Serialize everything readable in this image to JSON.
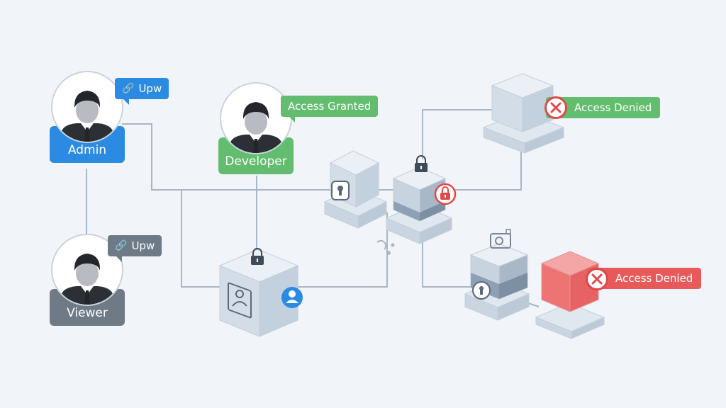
{
  "colors": {
    "background": "#f1f4f8",
    "admin": "#2b8ae2",
    "developer": "#62bd6e",
    "viewer": "#6e7a86",
    "granted": "#62bd6e",
    "denied_green": "#62bd6e",
    "denied_red": "#e85a5a",
    "connector": "#a9b6c4"
  },
  "users": {
    "admin": {
      "role": "Admin",
      "badge": "Upw",
      "badge_icon": "link-icon"
    },
    "developer": {
      "role": "Developer",
      "badge": "Access Granted"
    },
    "viewer": {
      "role": "Viewer",
      "badge": "Upw",
      "badge_icon": "link-icon"
    }
  },
  "statuses": {
    "top_right": {
      "label": "Access Denied",
      "icon": "x-circle-icon"
    },
    "bottom_right": {
      "label": "Access Denied",
      "icon": "x-circle-icon"
    }
  },
  "icons": [
    "lock-icon",
    "keyhole-icon",
    "user-photo-icon",
    "user-circle-icon",
    "locked-padlock-icon",
    "sparkle-icon",
    "camera-lock-icon"
  ]
}
